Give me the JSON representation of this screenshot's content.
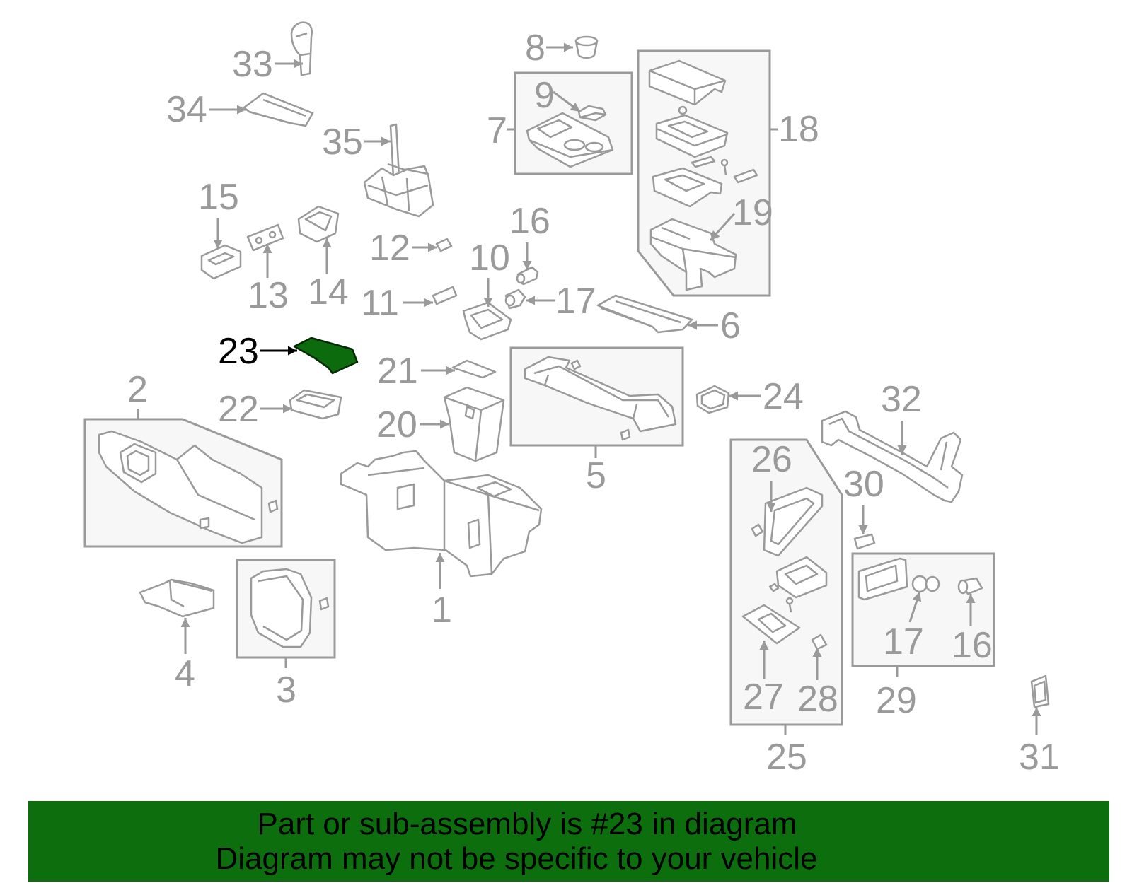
{
  "diagram": {
    "line_color": "#9a9a9a",
    "highlight_color": "#0c6b0c",
    "callouts": {
      "c1": "1",
      "c2": "2",
      "c3": "3",
      "c4": "4",
      "c5": "5",
      "c6": "6",
      "c7": "7",
      "c8": "8",
      "c9": "9",
      "c10": "10",
      "c11": "11",
      "c12": "12",
      "c13": "13",
      "c14": "14",
      "c15": "15",
      "c16": "16",
      "c16_b": "16",
      "c17": "17",
      "c17_b": "17",
      "c18": "18",
      "c19": "19",
      "c20": "20",
      "c21": "21",
      "c22": "22",
      "c23": "23",
      "c24": "24",
      "c25": "25",
      "c26": "26",
      "c27": "27",
      "c28": "28",
      "c29": "29",
      "c30": "30",
      "c31": "31",
      "c32": "32",
      "c33": "33",
      "c34": "34",
      "c35": "35"
    }
  },
  "banner": {
    "background": "#0c6e0c",
    "line1": "Part or sub-assembly is #23 in diagram",
    "line2": "Diagram may not be specific to your vehicle"
  }
}
